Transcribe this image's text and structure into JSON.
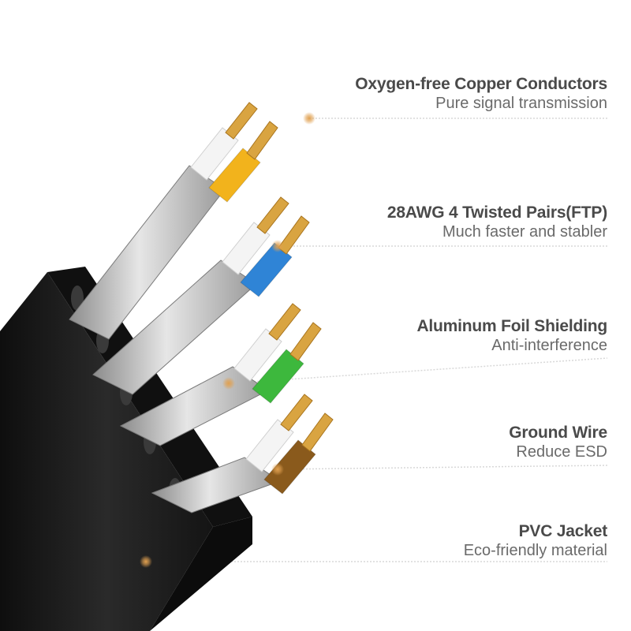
{
  "callouts": [
    {
      "title": "Oxygen-free Copper Conductors",
      "subtitle": "Pure signal transmission"
    },
    {
      "title": "28AWG 4 Twisted Pairs(FTP)",
      "subtitle": "Much faster and stabler"
    },
    {
      "title": "Aluminum Foil Shielding",
      "subtitle": "Anti-interference"
    },
    {
      "title": "Ground Wire",
      "subtitle": "Reduce ESD"
    },
    {
      "title": "PVC Jacket",
      "subtitle": "Eco-friendly material"
    }
  ],
  "colors": {
    "accent_dot": "#e0a050",
    "leader_line": "#d8d8d8",
    "jacket": "#1a1a1a",
    "foil": "#b8b8b8",
    "copper": "#d9a441",
    "pair_colors": [
      "#f2b31c",
      "#2f84d6",
      "#3db83d",
      "#8a5a1c"
    ]
  }
}
